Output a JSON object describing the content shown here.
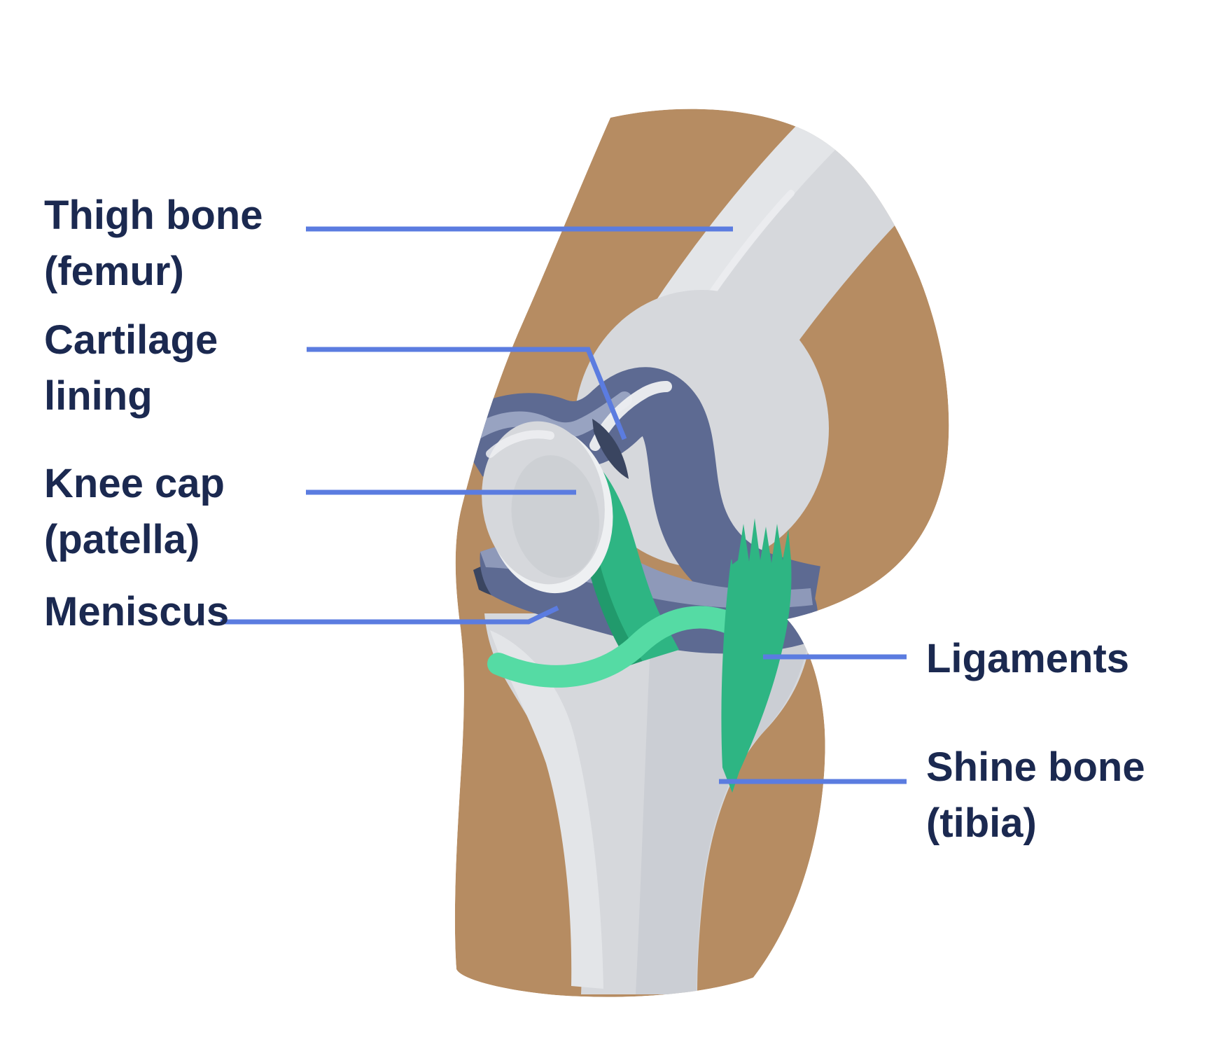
{
  "figure": {
    "type": "anatomy-diagram",
    "subject": "knee joint side view"
  },
  "labels": {
    "thigh_bone": {
      "line1": "Thigh bone",
      "line2": "(femur)"
    },
    "cartilage": {
      "line1": "Cartilage",
      "line2": "lining"
    },
    "knee_cap": {
      "line1": "Knee cap",
      "line2": "(patella)"
    },
    "meniscus": {
      "line1": "Meniscus",
      "line2": ""
    },
    "ligaments": {
      "line1": "Ligaments",
      "line2": ""
    },
    "shine_bone": {
      "line1": "Shine bone",
      "line2": "(tibia)"
    }
  },
  "colors": {
    "skin": "#b68c62",
    "bone": "#d6d8dc",
    "bone_light": "#e3e5e8",
    "bone_lighter": "#eef0f2",
    "bone_white": "#f3f4f5",
    "bone_shade": "#c9cdd2",
    "cartilage": "#5d6a92",
    "cartilage_light": "#98a3c1",
    "meniscus_light": "#8e99b9",
    "shadow_navy": "#3a4560",
    "green": "#2eb583",
    "green_dark": "#219a6c",
    "green_light": "#55dba4",
    "pointer": "#5b7ce0",
    "label_text": "#1b2950",
    "background": "#ffffff"
  }
}
